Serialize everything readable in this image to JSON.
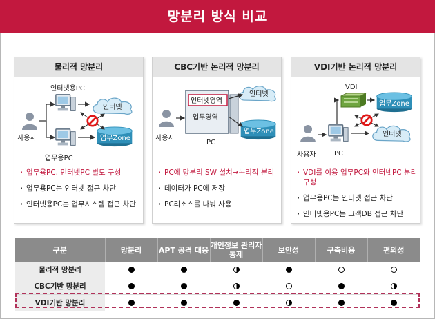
{
  "page": {
    "title": "망분리 방식 비교"
  },
  "panels": [
    {
      "heading": "물리적 망분리",
      "labels": {
        "internet_pc": "인터넷용PC",
        "user": "사용자",
        "work_pc": "업무용PC",
        "internet": "인터넷",
        "work_zone": "업무Zone"
      },
      "bullets": [
        "업무용PC, 인터넷PC 별도 구성",
        "업무용PC는 인터넷 접근 차단",
        "인터넷용PC는 업무시스템 접근 차단"
      ]
    },
    {
      "heading": "CBC기반 논리적 망분리",
      "labels": {
        "internet_area": "인터넷영역",
        "work_area": "업무영역",
        "user": "사용자",
        "pc": "PC",
        "internet": "인터넷",
        "work_zone": "업무Zone"
      },
      "bullets": [
        "PC에 망분리 SW 설치→논리적 분리",
        "데이터가 PC에 저장",
        "PC리소스를 나눠 사용"
      ]
    },
    {
      "heading": "VDI기반 논리적 망분리",
      "labels": {
        "vdi": "VDI",
        "user": "사용자",
        "pc": "PC",
        "work_zone": "업무Zone",
        "internet": "인터넷"
      },
      "bullets": [
        "VDI를 이용 업무PC와 인터넷PC 분리 구성",
        "업무용PC는 인터넷 접근 차단",
        "인터넷용PC는 고객DB 접근 차단"
      ]
    }
  ],
  "comparison": {
    "headers": [
      "구분",
      "망분리",
      "APT 공격 대응",
      "개인정보 관리자 통제",
      "보안성",
      "구축비용",
      "편의성"
    ],
    "rows": [
      {
        "label": "물리적 망분리",
        "cells": [
          "full",
          "full",
          "half",
          "full",
          "empty",
          "empty"
        ]
      },
      {
        "label": "CBC기반 망분리",
        "cells": [
          "full",
          "full",
          "half",
          "empty",
          "full",
          "half"
        ]
      },
      {
        "label": "VDI기반 망분리",
        "cells": [
          "full",
          "full",
          "full",
          "half",
          "full",
          "full"
        ]
      }
    ],
    "highlighted_row": "VDI기반 망분리"
  },
  "colors": {
    "title_bar": "#c2183e",
    "bullet_accent": "#c2183e",
    "zone_fill": "#2e8fb8",
    "cloud_fill": "#d7ecf7",
    "block_sign": "#e01818",
    "highlight_border": "#b1325a"
  }
}
